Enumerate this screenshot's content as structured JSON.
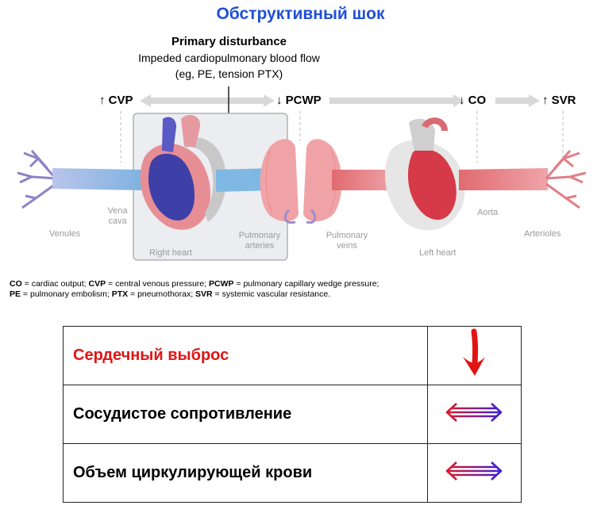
{
  "title": "Обструктивный шок",
  "primary": {
    "heading": "Primary disturbance",
    "line1": "Impeded cardiopulmonary blood flow",
    "line2": "(eg, PE, tension PTX)"
  },
  "params": [
    {
      "arrow": "↑",
      "label": "CVP"
    },
    {
      "arrow": "↓",
      "label": "PCWP"
    },
    {
      "arrow": "↓",
      "label": "CO"
    },
    {
      "arrow": "↑",
      "label": "SVR"
    }
  ],
  "anatomy": {
    "venules": "Venules",
    "vena_cava_1": "Vena",
    "vena_cava_2": "cava",
    "right_heart": "Right heart",
    "pulmonary_arteries_1": "Pulmonary",
    "pulmonary_arteries_2": "arteries",
    "pulmonary_veins_1": "Pulmonary",
    "pulmonary_veins_2": "veins",
    "left_heart": "Left heart",
    "aorta": "Aorta",
    "arterioles": "Arterioles"
  },
  "legend": [
    [
      {
        "abbr": "CO",
        "def": " = cardiac output; "
      },
      {
        "abbr": "CVP",
        "def": " = central venous pressure; "
      },
      {
        "abbr": "PCWP",
        "def": " = pulmonary capillary wedge pressure;"
      }
    ],
    [
      {
        "abbr": "PE",
        "def": " = pulmonary embolism; "
      },
      {
        "abbr": "PTX",
        "def": " = pneumothorax; "
      },
      {
        "abbr": "SVR",
        "def": " = systemic vascular resistance."
      }
    ]
  ],
  "table": {
    "rows": [
      {
        "label": "Сердечный выброс",
        "change": "decrease",
        "color": "#e11414"
      },
      {
        "label": "Сосудистое сопротивление",
        "change": "unchanged",
        "color": "#000000"
      },
      {
        "label": "Объем циркулирующей крови",
        "change": "unchanged",
        "color": "#000000"
      }
    ]
  },
  "colors": {
    "title": "#1f4fd8",
    "venous": "#4a63c9",
    "arterial": "#d84a55",
    "decrease_arrow": "#e11414"
  }
}
